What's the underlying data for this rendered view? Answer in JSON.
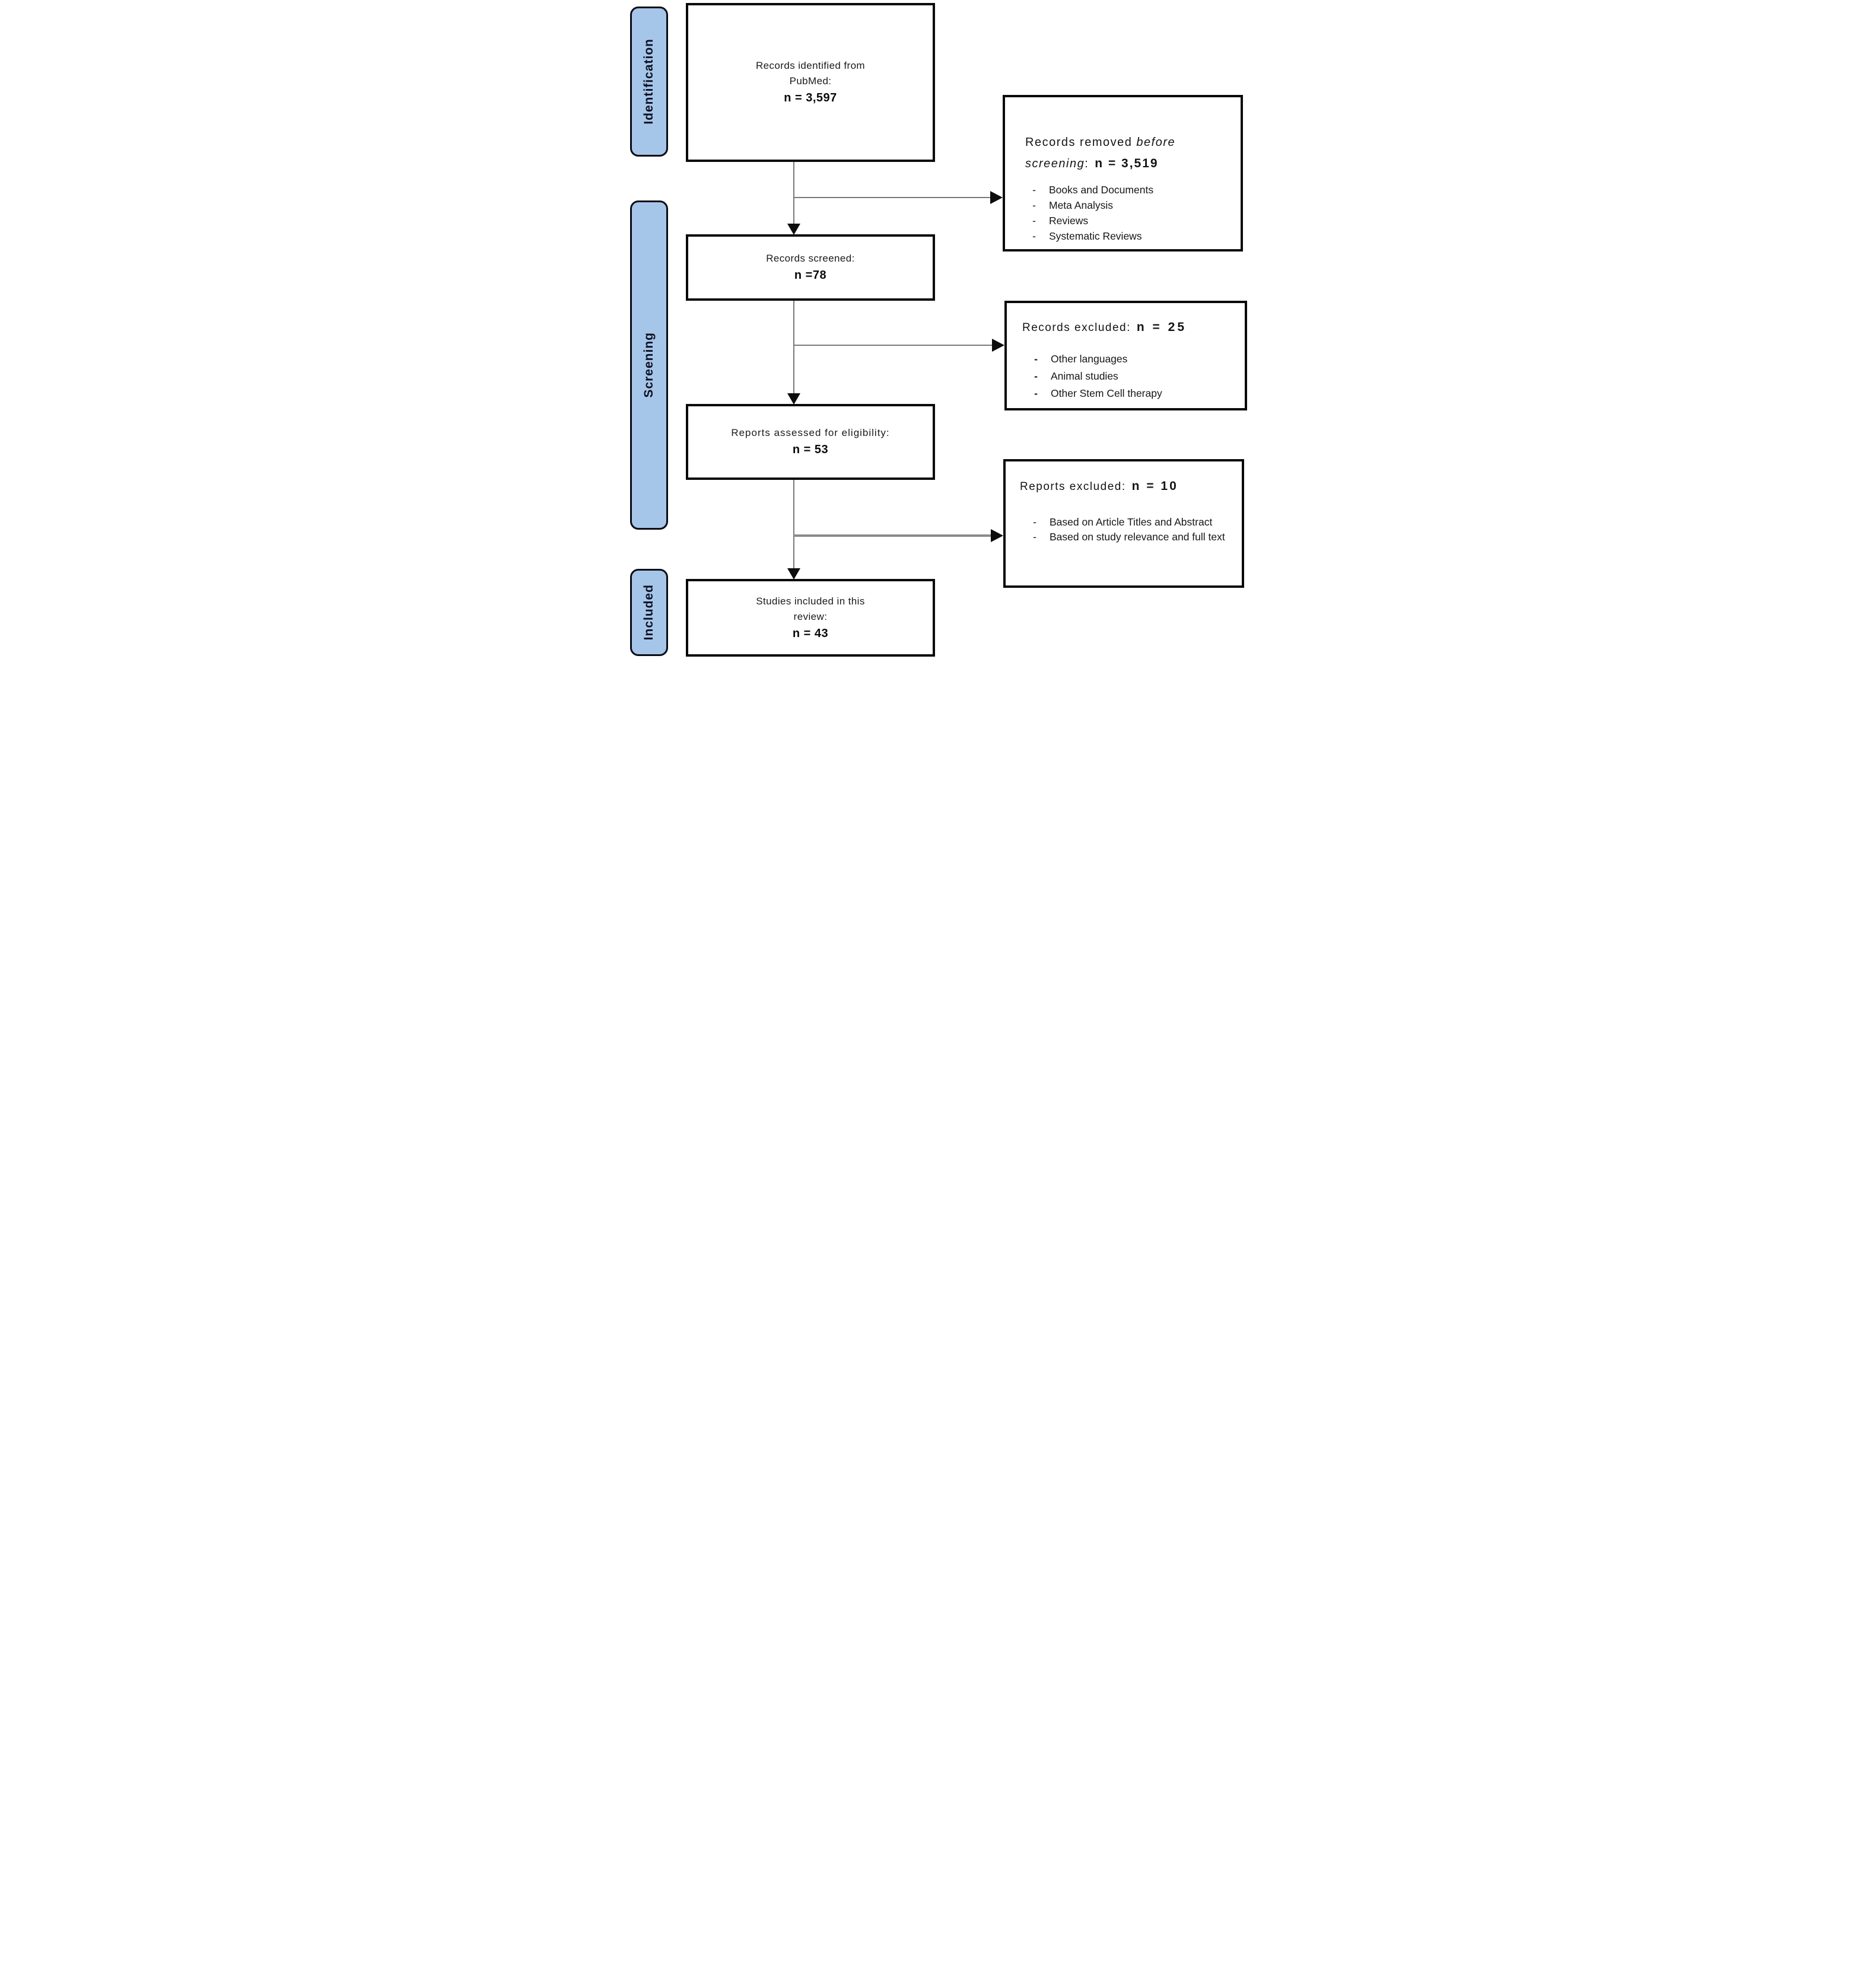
{
  "stage_labels": {
    "identification": "Identification",
    "screening": "Screening",
    "included": "Included"
  },
  "flow_boxes": {
    "identified": {
      "line1": "Records identified from",
      "line2": "PubMed:",
      "count": "n = 3,597"
    },
    "screened": {
      "line1": "Records screened:",
      "count": "n =78"
    },
    "assessed": {
      "line1": "Reports assessed for eligibility:",
      "count": "n = 53"
    },
    "included": {
      "line1": "Studies included in this",
      "line2": "review:",
      "count": "n = 43"
    }
  },
  "exclusion_boxes": {
    "removed_before_screening": {
      "title_regular": "Records removed ",
      "title_italic": "before screening",
      "title_colon": ":",
      "count": "n = 3,519",
      "bullet": "-",
      "items": [
        "Books and Documents",
        "Meta Analysis",
        "Reviews",
        "Systematic Reviews"
      ]
    },
    "records_excluded": {
      "title_regular": "Records excluded:",
      "count": "n = 25",
      "bullet": "-",
      "items": [
        "Other languages",
        "Animal studies",
        "Other Stem Cell therapy"
      ]
    },
    "reports_excluded": {
      "title_regular": "Reports excluded:",
      "count": "n = 10",
      "bullet": "-",
      "items": [
        "Based on Article Titles and Abstract",
        "Based on study relevance and full text"
      ]
    }
  },
  "colors": {
    "stage_label_fill": "#A5C6E9",
    "box_border": "#0a0a0a",
    "arrow_line_gray": "#7a7a7a",
    "arrowhead_black": "#0d0d0d"
  }
}
